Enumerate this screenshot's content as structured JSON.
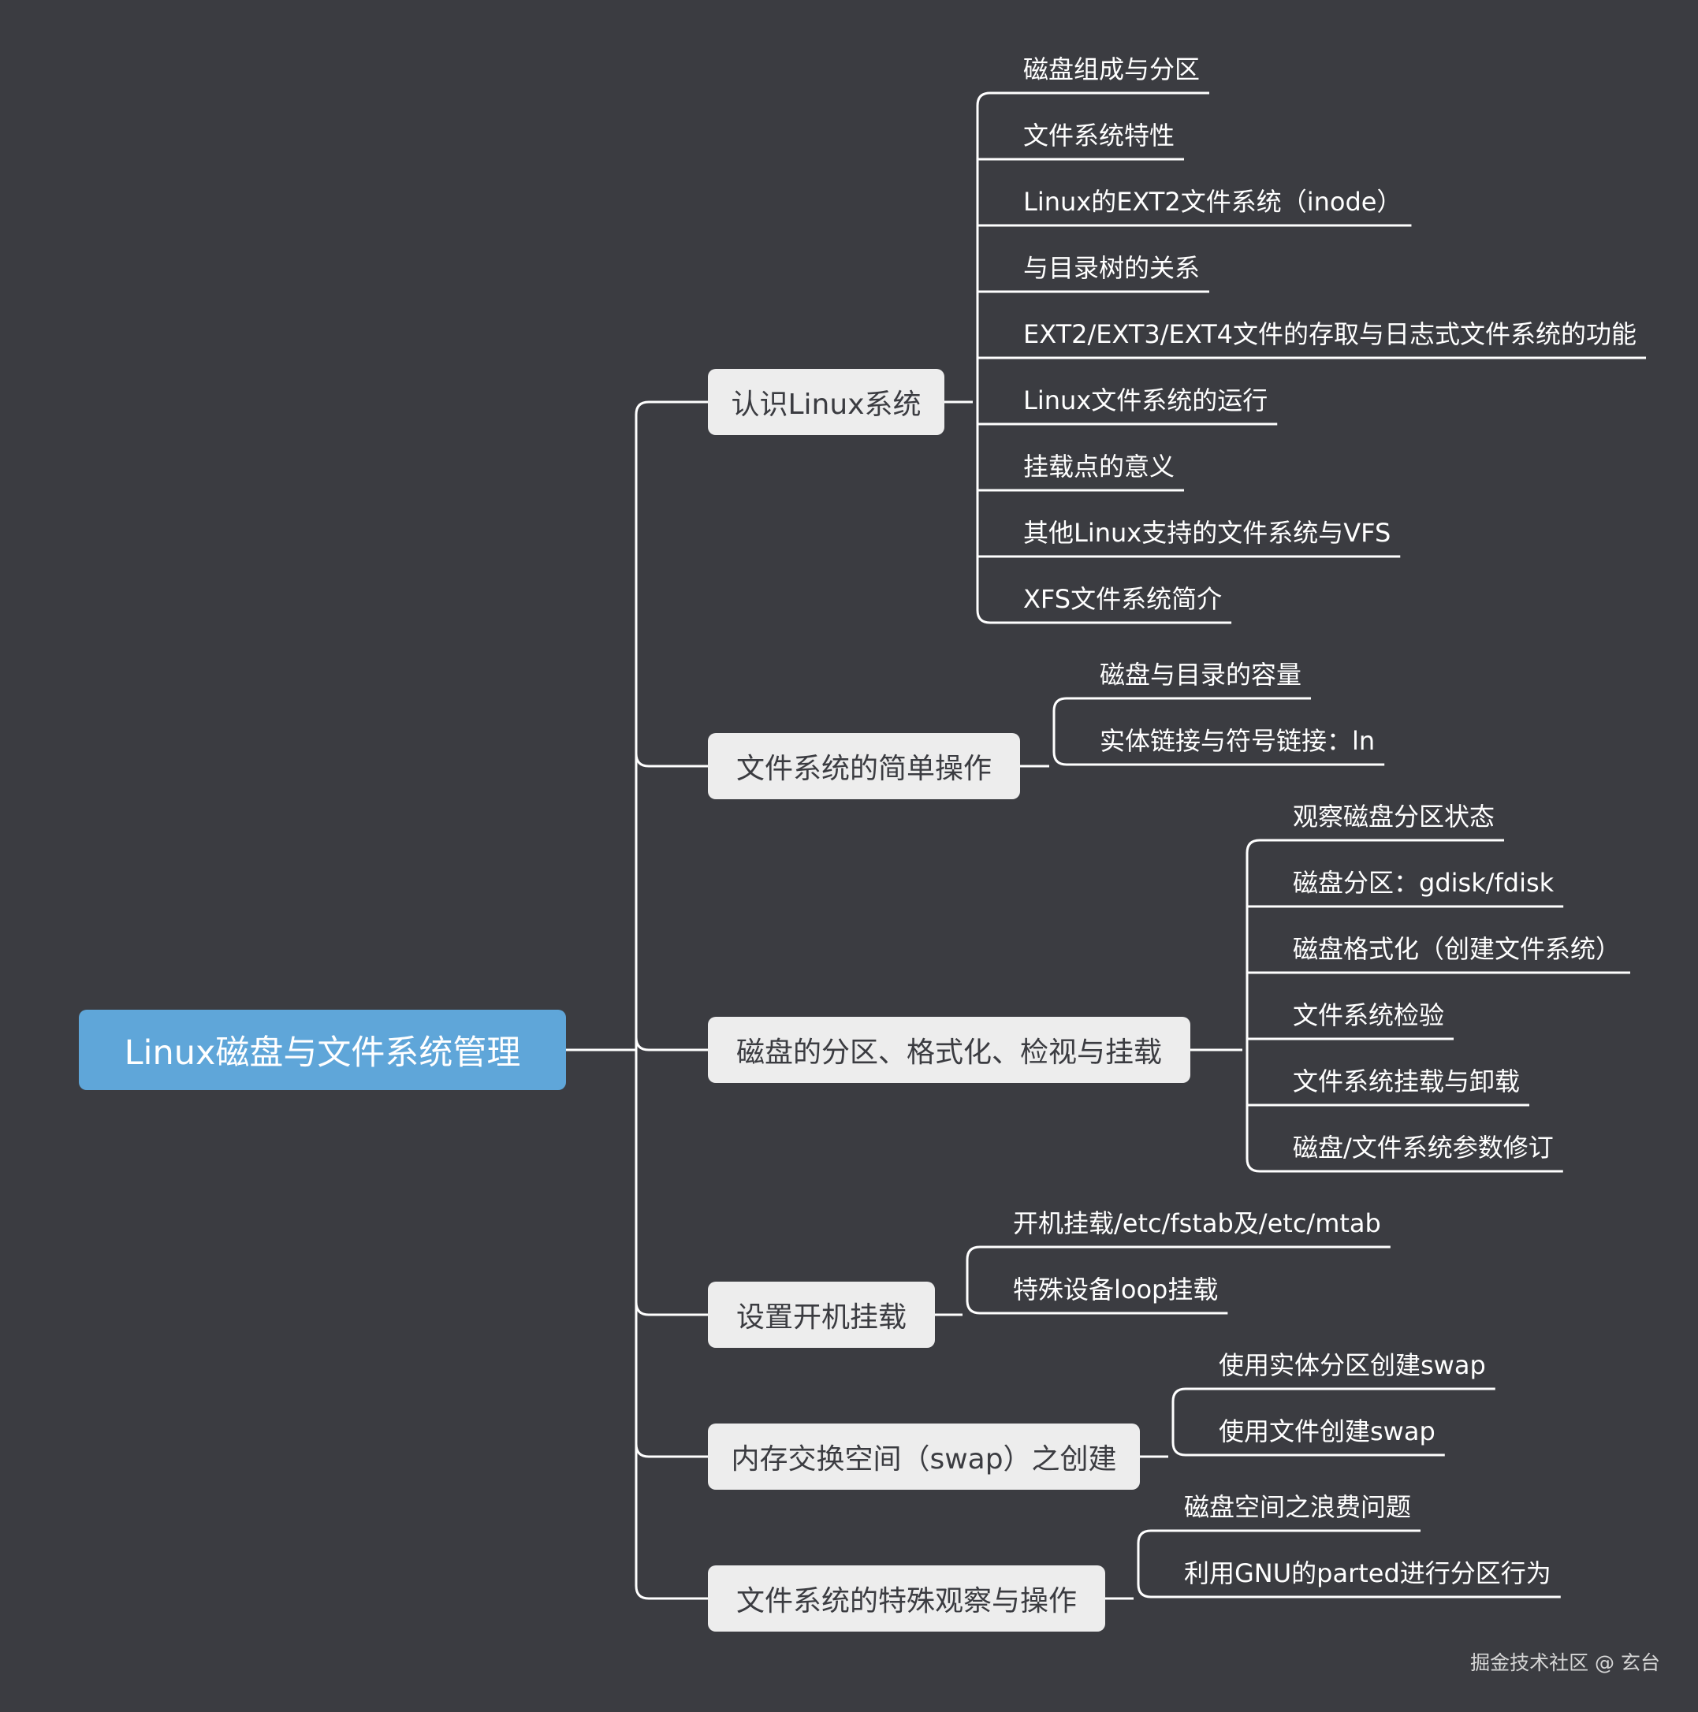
{
  "root": {
    "label": "Linux磁盘与文件系统管理"
  },
  "branches": [
    {
      "label": "认识Linux系统",
      "children": [
        "磁盘组成与分区",
        "文件系统特性",
        "Linux的EXT2文件系统（inode）",
        "与目录树的关系",
        "EXT2/EXT3/EXT4文件的存取与日志式文件系统的功能",
        "Linux文件系统的运行",
        "挂载点的意义",
        "其他Linux支持的文件系统与VFS",
        "XFS文件系统简介"
      ]
    },
    {
      "label": "文件系统的简单操作",
      "children": [
        "磁盘与目录的容量",
        "实体链接与符号链接：ln"
      ]
    },
    {
      "label": "磁盘的分区、格式化、检视与挂载",
      "children": [
        "观察磁盘分区状态",
        "磁盘分区：gdisk/fdisk",
        "磁盘格式化（创建文件系统）",
        "文件系统检验",
        "文件系统挂载与卸载",
        "磁盘/文件系统参数修订"
      ]
    },
    {
      "label": "设置开机挂载",
      "children": [
        "开机挂载/etc/fstab及/etc/mtab",
        "特殊设备loop挂载"
      ]
    },
    {
      "label": "内存交换空间（swap）之创建",
      "children": [
        "使用实体分区创建swap",
        "使用文件创建swap"
      ]
    },
    {
      "label": "文件系统的特殊观察与操作",
      "children": [
        "磁盘空间之浪费问题",
        "利用GNU的parted进行分区行为"
      ]
    }
  ],
  "watermark": "掘金技术社区 @ 玄台",
  "colors": {
    "background": "#3b3c41",
    "root_fill": "#5fa6d9",
    "branch_fill": "#ededed",
    "line": "#ffffff"
  }
}
